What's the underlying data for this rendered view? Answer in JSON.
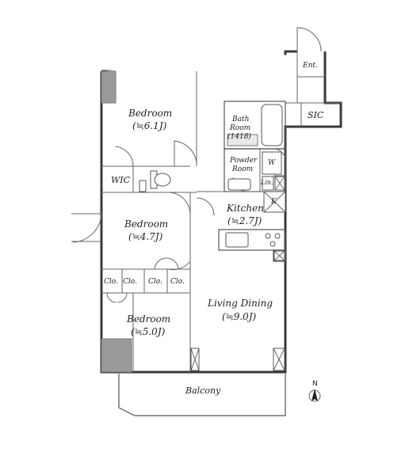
{
  "rooms": {
    "bedroom1": {
      "name": "Bedroom",
      "size": "(≒6.1J)"
    },
    "bedroom2": {
      "name": "Bedroom",
      "size": "(≒4.7J)"
    },
    "bedroom3": {
      "name": "Bedroom",
      "size": "(≒5.0J)"
    },
    "bath": {
      "name_line1": "Bath",
      "name_line2": "Room",
      "size": "(1418)"
    },
    "powder": {
      "name_line1": "Powder",
      "name_line2": "Room"
    },
    "kitchen": {
      "name": "Kitchen",
      "size": "(≒2.7J)"
    },
    "living": {
      "name": "Living Dining",
      "size": "(≒9.0J)"
    },
    "wic": {
      "name": "WIC"
    },
    "sic": {
      "name": "SIC"
    },
    "entrance": {
      "name": "Ent."
    },
    "balcony": {
      "name": "Balcony"
    },
    "laundry": {
      "name": "Lin."
    },
    "washer": {
      "name": "W"
    },
    "fridge": {
      "name": "K"
    },
    "closets": [
      "Clo.",
      "Clo.",
      "Clo.",
      "Clo."
    ]
  },
  "compass": {
    "label": "N"
  }
}
